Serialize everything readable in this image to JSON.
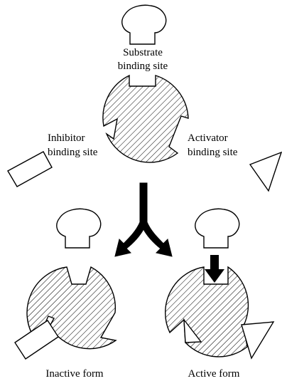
{
  "labels": {
    "substrate_line1": "Substrate",
    "substrate_line2": "binding site",
    "inhibitor_line1": "Inhibitor",
    "inhibitor_line2": "binding site",
    "activator_line1": "Activator",
    "activator_line2": "binding site",
    "inactive": "Inactive form",
    "active": "Active form"
  },
  "colors": {
    "stroke": "#000000",
    "background": "#ffffff",
    "arrow": "#000000"
  }
}
